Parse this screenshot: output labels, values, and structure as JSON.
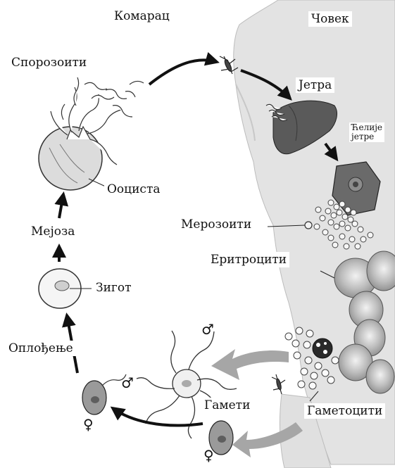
{
  "headers": {
    "mosquito": "Комарац",
    "human": "Човек"
  },
  "labels": {
    "sporozoites": "Спорозоити",
    "liver": "Јетра",
    "liver_cells": "Ћелије\nјетре",
    "oocyst": "Ооциста",
    "merozoites": "Мерозоити",
    "erythrocytes": "Еритроцити",
    "meiosis": "Мејоза",
    "zygote": "Зигот",
    "fertilization": "Оплођење",
    "gametes": "Гамети",
    "gametocytes": "Гаметоцити",
    "male_symbol_1": "♂",
    "male_symbol_2": "♂",
    "female_symbol_1": "♀",
    "female_symbol_2": "♀"
  },
  "colors": {
    "background": "#ffffff",
    "body_silhouette": "#e3e3e3",
    "organelles": "#7a7a7a",
    "liver": "#5a5a5a",
    "arrow": "#111111",
    "grey_arrow": "#a6a6a6"
  }
}
